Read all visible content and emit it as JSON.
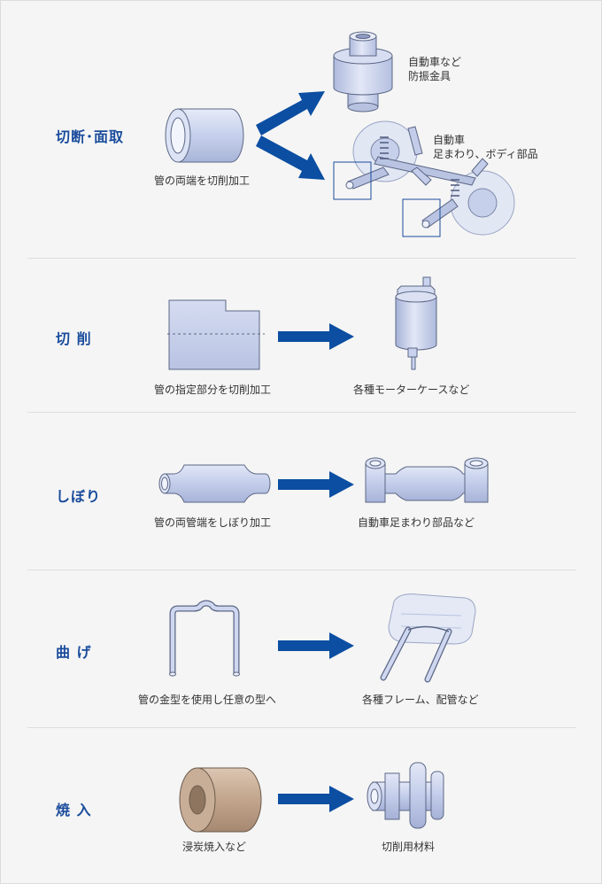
{
  "sections": [
    {
      "label": "切断･面取",
      "captions": [
        "管の両端を切削加工",
        "自動車など",
        "防振金具",
        "自動車",
        "足まわり、ボディ部品"
      ]
    },
    {
      "label": "切 削",
      "captions": [
        "管の指定部分を切削加工",
        "各種モーターケースなど"
      ]
    },
    {
      "label": "しぼり",
      "captions": [
        "管の両管端をしぼり加工",
        "自動車足まわり部品など"
      ]
    },
    {
      "label": "曲 げ",
      "captions": [
        "管の金型を使用し任意の型へ",
        "各種フレーム、配管など"
      ]
    },
    {
      "label": "焼 入",
      "captions": [
        "浸炭焼入など",
        "切削用材料"
      ]
    }
  ],
  "colors": {
    "label": "#1a4c9c",
    "arrow": "#0b4ea2",
    "part_fill": "#c9d3ef",
    "part_stroke": "#5b6785",
    "quench_fill": "#c2a58c"
  }
}
